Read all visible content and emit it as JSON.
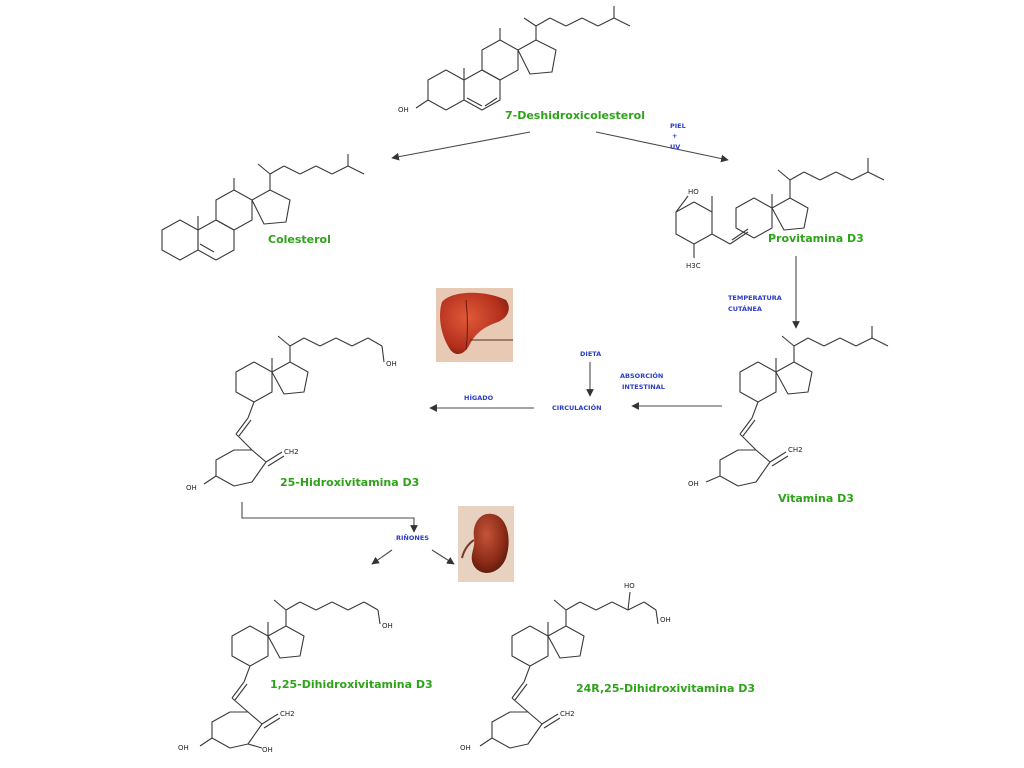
{
  "compounds": {
    "dehydro": "7-Deshidroxicolesterol",
    "colesterol": "Colesterol",
    "provitamina": "Provitamina D3",
    "vitamina": "Vitamina D3",
    "hidroxi25": "25-Hidroxivitamina D3",
    "dihidroxi125": "1,25-Dihidroxivitamina D3",
    "dihidroxi24r": "24R,25-Dihidroxivitamina D3"
  },
  "steps": {
    "piel": "PIEL",
    "plus": "+",
    "uv": "UV",
    "temperatura": "TEMPERATURA",
    "cutanea": "CUTÁNEA",
    "dieta": "DIETA",
    "absorcion": "ABSORCIÓN",
    "intestinal": "INTESTINAL",
    "circulacion": "CIRCULACIÓN",
    "higado": "HÍGADO",
    "rinones": "RIÑONES"
  },
  "atoms": {
    "oh": "OH",
    "ho": "HO",
    "ch2": "CH2",
    "h3c": "H3C"
  },
  "colors": {
    "compound_label": "#2ea31a",
    "step_label": "#2a3cc8",
    "bond": "#3a3a3a",
    "liver": "#b5301c",
    "kidney": "#8a2a16"
  },
  "icons": {
    "liver": "liver-icon",
    "kidney": "kidney-icon"
  }
}
